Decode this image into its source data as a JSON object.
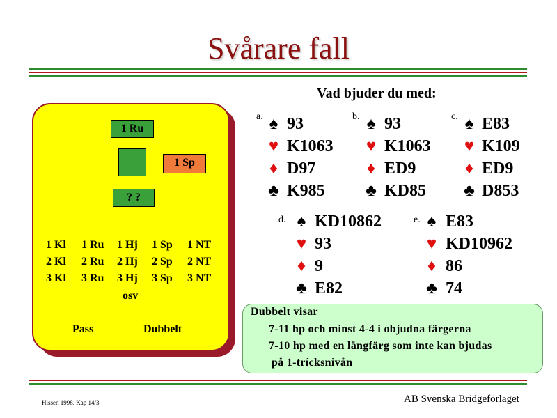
{
  "title": "Svårare fall",
  "subtitle": "Vad bjuder du med:",
  "bidding": {
    "partner_bid": "1 Ru",
    "rho_bid": "1 Sp",
    "question": "? ?",
    "rows": [
      [
        "1 Kl",
        "1 Ru",
        "1 Hj",
        "1 Sp",
        "1 NT"
      ],
      [
        "2 Kl",
        "2 Ru",
        "2 Hj",
        "2 Sp",
        "2 NT"
      ],
      [
        "3 Kl",
        "3 Ru",
        "3 Hj",
        "3 Sp",
        "3 NT"
      ]
    ],
    "etc": "osv",
    "pass": "Pass",
    "double": "Dubbelt"
  },
  "colors": {
    "title": "#8b1111",
    "panel": "#ffff00",
    "panel_border": "#9a1a2a",
    "partner_box": "#3aa13a",
    "rho_box": "#f07a3a",
    "heart_diamond": "#e01010",
    "note_bg": "#ccffcc",
    "rule_green": "#2e8b2e",
    "rule_red": "#b01818"
  },
  "hands": {
    "a": {
      "label": "a.",
      "spades": "93",
      "hearts": "K1063",
      "diamonds": "D97",
      "clubs": "K985"
    },
    "b": {
      "label": "b.",
      "spades": "93",
      "hearts": "K1063",
      "diamonds": "ED9",
      "clubs": "KD85"
    },
    "c": {
      "label": "c.",
      "spades": "E83",
      "hearts": "K109",
      "diamonds": "ED9",
      "clubs": "D853"
    },
    "d": {
      "label": "d.",
      "spades": "KD10862",
      "hearts": "93",
      "diamonds": "9",
      "clubs": "E82"
    },
    "e": {
      "label": "e.",
      "spades": "E83",
      "hearts": "KD10962",
      "diamonds": "86",
      "clubs": "74"
    }
  },
  "suit_icons": {
    "spades": "spade-icon",
    "hearts": "heart-icon",
    "diamonds": "diamond-icon",
    "clubs": "club-icon"
  },
  "note": {
    "line1": "Dubbelt visar",
    "line2": "7-11 hp och minst 4-4 i objudna färgerna",
    "line3": "7-10 hp med en långfärg som inte kan bjudas",
    "line4": "på 1-trícksnivån"
  },
  "footer": {
    "left": "Hissen 1998. Kap 14/3",
    "right": "AB Svenska Bridgeförlaget"
  }
}
